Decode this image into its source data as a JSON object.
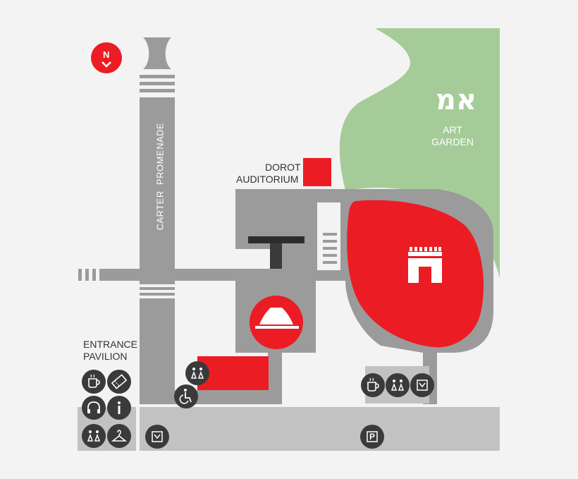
{
  "colors": {
    "background": "#f3f3f3",
    "path": "#9b9b9b",
    "path_light": "#c2c2c2",
    "building": "#ec1c24",
    "garden": "#a5cc98",
    "icon_bg": "#3a3a3a",
    "dark": "#2d2d2d"
  },
  "compass": {
    "letter": "N"
  },
  "labels": {
    "carter_promenade": "CARTER  PROMENADE",
    "dorot_line1": "DOROT",
    "dorot_line2": "AUDITORIUM",
    "entrance_line1": "ENTRANCE",
    "entrance_line2": "PAVILION",
    "garden_line1": "ART",
    "garden_line2": "GARDEN",
    "garden_logo": "אמ"
  },
  "icons": [
    {
      "name": "cafe-icon"
    },
    {
      "name": "ticket-icon"
    },
    {
      "name": "audio-guide-icon"
    },
    {
      "name": "info-icon"
    },
    {
      "name": "restroom-icon"
    },
    {
      "name": "coat-check-icon"
    },
    {
      "name": "shop-icon"
    },
    {
      "name": "wheelchair-icon"
    },
    {
      "name": "parking-icon"
    }
  ],
  "parking_letter": "P"
}
